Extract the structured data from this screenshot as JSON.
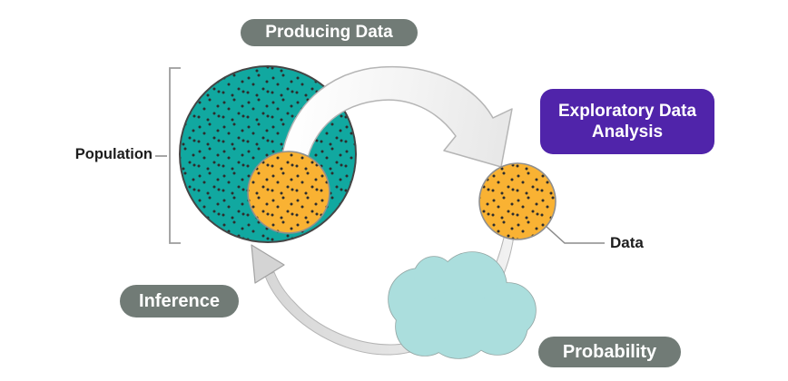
{
  "labels": {
    "producing_data": "Producing Data",
    "exploratory_data_analysis": "Exploratory Data Analysis",
    "population": "Population",
    "data": "Data",
    "inference": "Inference",
    "probability": "Probability"
  },
  "colors": {
    "background": "#ffffff",
    "pill_bg": "#717b76",
    "pill_text": "#ffffff",
    "eda_bg": "#5024aa",
    "population_fill": "#11a8a0",
    "population_stroke": "#454545",
    "sample_fill": "#f9b233",
    "data_fill": "#f9b233",
    "circle_stroke": "#8f8f8f",
    "dot_color": "#2d2d2d",
    "cloud_fill": "#abdedd",
    "cloud_stroke": "#93a6a4",
    "arrow_fill": "#ededed",
    "arrow_stroke": "#b5b5b5",
    "arrowhead_fill": "#d4d4d4",
    "bracket_stroke": "#9c9c9c"
  }
}
